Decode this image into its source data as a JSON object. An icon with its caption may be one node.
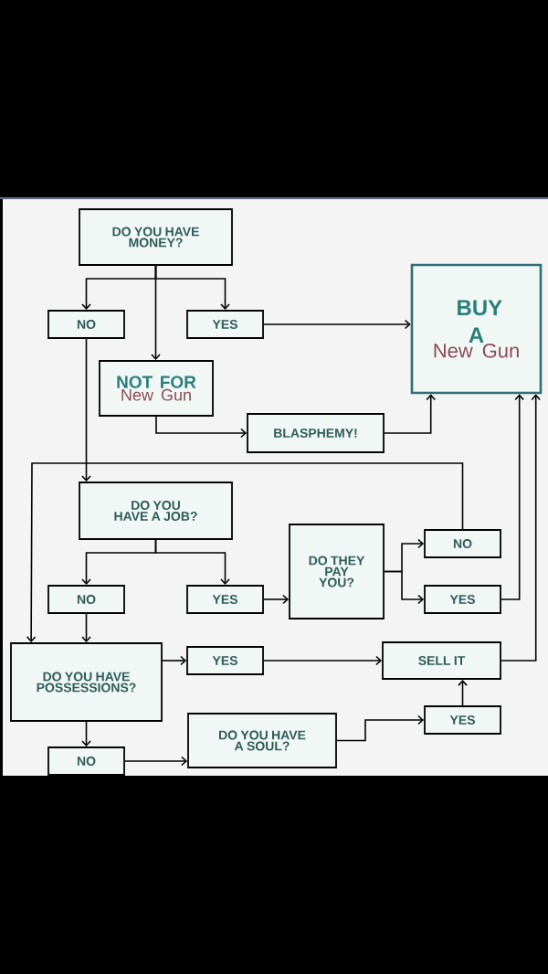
{
  "diagram": {
    "nodes": [
      {
        "text": [
          "DO YOU HAVE MONEY?"
        ]
      },
      {
        "text": [
          "NO"
        ]
      },
      {
        "text": [
          "YES"
        ]
      },
      {
        "text": [
          "BUY A",
          "New Gun"
        ]
      },
      {
        "text": [
          "NOT FOR",
          "New Gun"
        ]
      },
      {
        "text": [
          "BLASPHEMY!"
        ]
      },
      {
        "text": [
          "DO YOU HAVE A JOB?"
        ]
      },
      {
        "text": [
          "NO"
        ]
      },
      {
        "text": [
          "YES"
        ]
      },
      {
        "text": [
          "DO THEY PAY YOU?"
        ]
      },
      {
        "text": [
          "NO"
        ]
      },
      {
        "text": [
          "YES"
        ]
      },
      {
        "text": [
          "DO YOU HAVE POSSESSIONS?"
        ]
      },
      {
        "text": [
          "YES"
        ]
      },
      {
        "text": [
          "SELL IT"
        ]
      },
      {
        "text": [
          "DO YOU HAVE A SOUL?"
        ]
      },
      {
        "text": [
          "YES"
        ]
      },
      {
        "text": [
          "NO"
        ]
      }
    ],
    "edges": [
      {
        "from": 0,
        "to": 1,
        "arrow": "to"
      },
      {
        "from": 0,
        "to": 2,
        "arrow": "to"
      },
      {
        "from": 0,
        "to": 4,
        "arrow": "to"
      },
      {
        "from": 2,
        "to": 3,
        "arrow": "to"
      },
      {
        "from": 4,
        "to": 5,
        "arrow": "to"
      },
      {
        "from": 5,
        "to": 3,
        "arrow": "to"
      },
      {
        "from": 1,
        "to": 6,
        "arrow": "to"
      },
      {
        "from": 6,
        "to": 7,
        "arrow": "to"
      },
      {
        "from": 6,
        "to": 8,
        "arrow": "to"
      },
      {
        "from": 8,
        "to": 9,
        "arrow": "to"
      },
      {
        "from": 9,
        "to": 10,
        "arrow": "to"
      },
      {
        "from": 9,
        "to": 11,
        "arrow": "to"
      },
      {
        "from": 10,
        "to": 12,
        "arrow": "to"
      },
      {
        "from": 11,
        "to": 3,
        "arrow": "to"
      },
      {
        "from": 7,
        "to": 12,
        "arrow": "to"
      },
      {
        "from": 12,
        "to": 13,
        "arrow": "to"
      },
      {
        "from": 13,
        "to": 14,
        "arrow": "to"
      },
      {
        "from": 14,
        "to": 3,
        "arrow": "to"
      },
      {
        "from": 12,
        "to": 17,
        "arrow": "to"
      },
      {
        "from": 17,
        "to": 15,
        "arrow": "to"
      },
      {
        "from": 15,
        "to": 16,
        "arrow": "to"
      },
      {
        "from": 16,
        "to": 14,
        "arrow": "to"
      }
    ]
  }
}
